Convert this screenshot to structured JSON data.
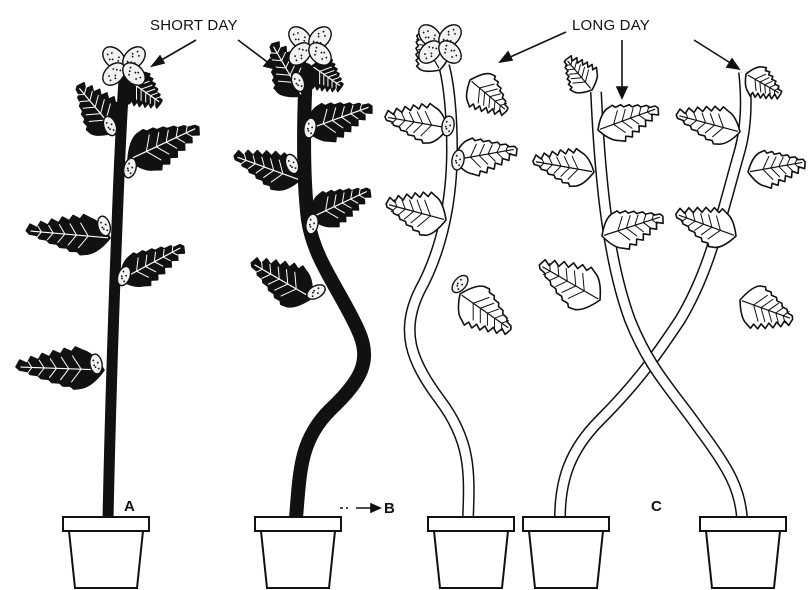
{
  "labels": {
    "short_day": "SHORT DAY",
    "long_day": "LONG DAY",
    "plant_a": "A",
    "plant_b": "B",
    "plant_c": "C"
  },
  "colors": {
    "ink": "#111111",
    "paper": "#ffffff",
    "bud_fill": "#f2f2f2"
  }
}
